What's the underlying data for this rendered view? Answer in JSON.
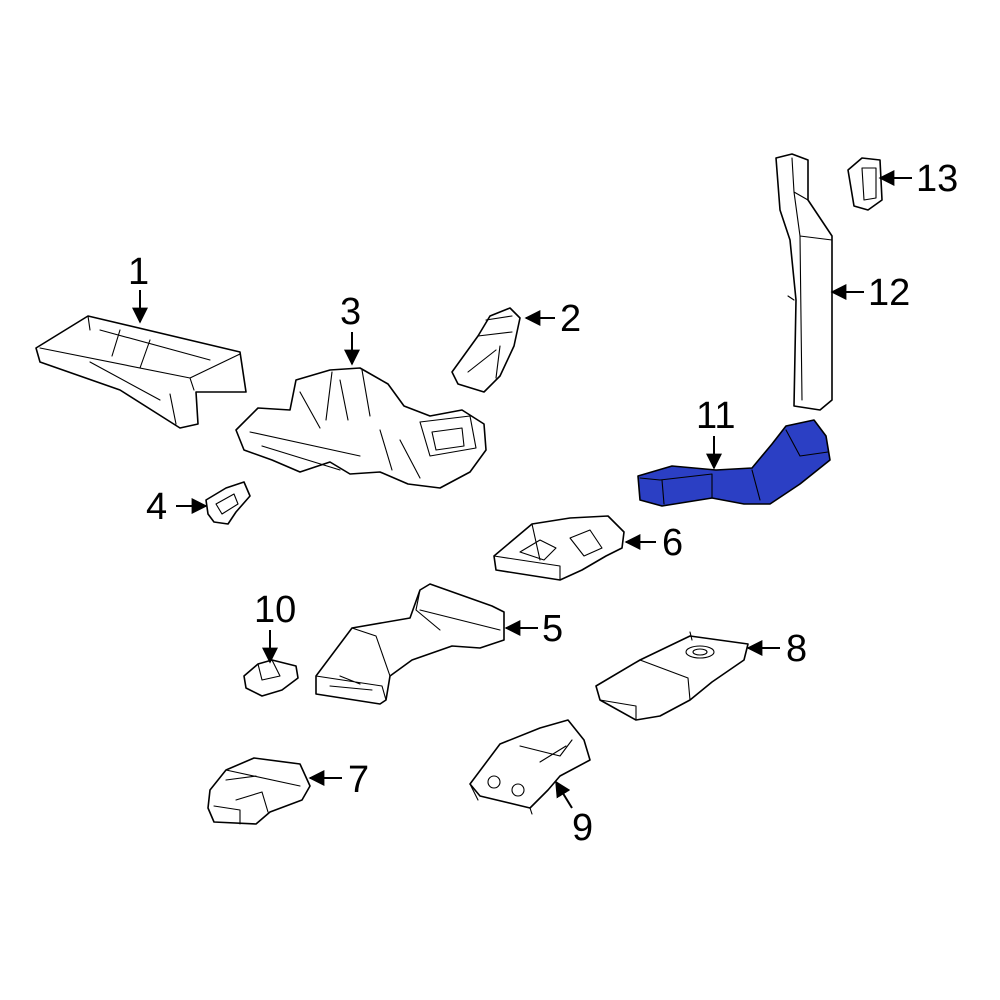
{
  "diagram": {
    "highlight_color": "#2b3fc4",
    "line_color": "#000000",
    "background_color": "#ffffff"
  },
  "callouts": {
    "c1": "1",
    "c2": "2",
    "c3": "3",
    "c4": "4",
    "c5": "5",
    "c6": "6",
    "c7": "7",
    "c8": "8",
    "c9": "9",
    "c10": "10",
    "c11": "11",
    "c12": "12",
    "c13": "13"
  },
  "highlighted_part": "11"
}
